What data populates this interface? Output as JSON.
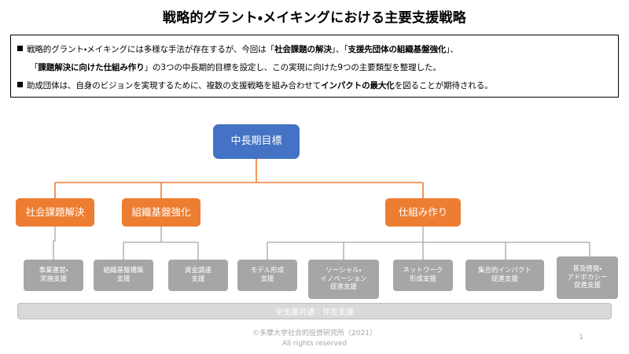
{
  "slide": {
    "title": "戦略的グラント・メイキングにおける主要支援戦略",
    "page_number": "1"
  },
  "lead": {
    "bullet_glyph": "■",
    "line1_a": "戦略的グラント・メイキングには多様な手法が存在するが、今回は「",
    "line1_b": "社会課題の解決",
    "line1_c": "」、「",
    "line1_d": "支援先団体の組織基盤強化",
    "line1_e": "」、",
    "line2_a": "「",
    "line2_b": "課題解決に向けた仕組み作り",
    "line2_c": "」の3つの中長期的目標を設定し、この実現に向けた9つの主要類型を整理した。",
    "line3_a": "助成団体は、自身のビジョンを実現するために、複数の支援戦略を組み合わせて",
    "line3_b": "インパクトの最大化",
    "line3_c": "を図ることが期待される。"
  },
  "diagram": {
    "root": {
      "label": "中長期目標",
      "color": "#4472c4"
    },
    "pillars": [
      {
        "label": "社会課題解決",
        "color": "#ed7d31"
      },
      {
        "label": "組織基盤強化",
        "color": "#ed7d31"
      },
      {
        "label": "仕組み作り",
        "color": "#ed7d31"
      }
    ],
    "leaves": [
      {
        "line1": "事業運営・",
        "line2": "実施支援",
        "line3": ""
      },
      {
        "line1": "組織基盤構築",
        "line2": "支援",
        "line3": ""
      },
      {
        "line1": "資金調達",
        "line2": "支援",
        "line3": ""
      },
      {
        "line1": "モデル形成",
        "line2": "支援",
        "line3": ""
      },
      {
        "line1": "ソーシャル・",
        "line2": "イノベーション",
        "line3": "促進支援"
      },
      {
        "line1": "ネットワーク",
        "line2": "形成支援",
        "line3": ""
      },
      {
        "line1": "集合的インパクト",
        "line2": "促進支援",
        "line3": ""
      },
      {
        "line1": "普及啓発・",
        "line2": "アドボカシー",
        "line3": "促進支援"
      }
    ],
    "leaf_color": "#a6a6a6",
    "connector_orange": "#ed7d31",
    "connector_gray": "#a6a6a6"
  },
  "common_bar": {
    "label": "全支援共通：伴走支援",
    "color": "#d9d9d9"
  },
  "footer": {
    "copyright_line1": "©多摩大学社会的投資研究所（2021）",
    "copyright_line2": "All rights reserved"
  }
}
